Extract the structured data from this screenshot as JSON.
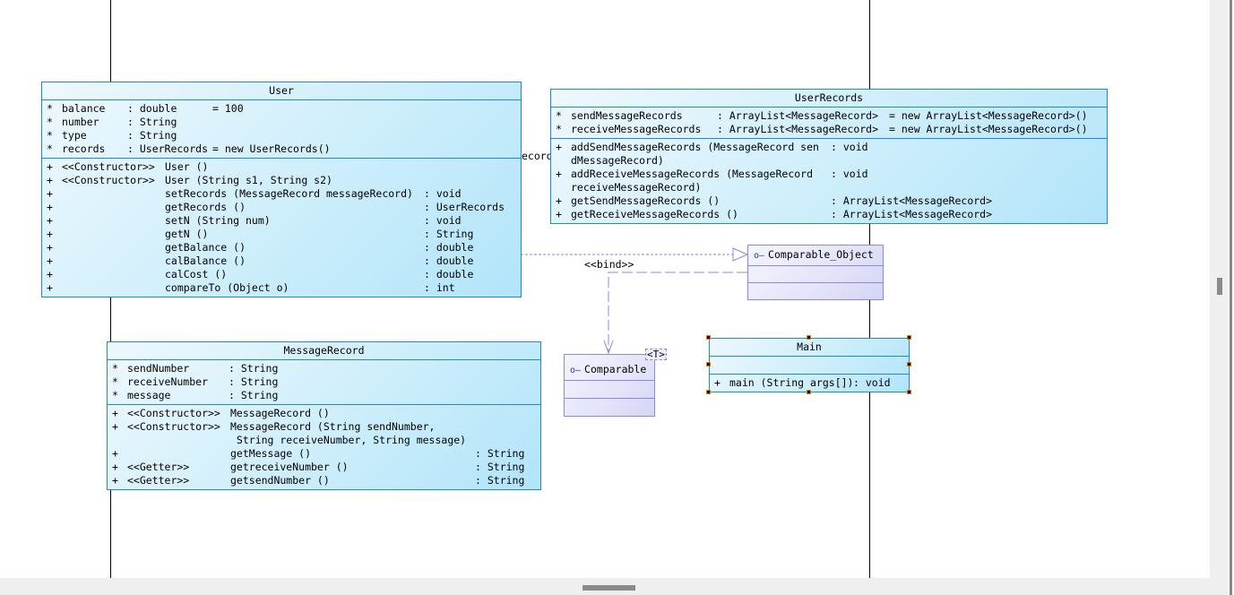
{
  "diagram": {
    "classes": {
      "user": {
        "name": "User",
        "attributes": [
          {
            "vis": "*",
            "name": "balance",
            "type": ": double",
            "init": "= 100"
          },
          {
            "vis": "*",
            "name": "number",
            "type": ": String",
            "init": ""
          },
          {
            "vis": "*",
            "name": "type",
            "type": ": String",
            "init": ""
          },
          {
            "vis": "*",
            "name": "records",
            "type": ": UserRecords",
            "init": "= new UserRecords()"
          }
        ],
        "operations": [
          {
            "vis": "+",
            "stereo": "<<Constructor>>",
            "sig": "User ()",
            "ret": ""
          },
          {
            "vis": "+",
            "stereo": "<<Constructor>>",
            "sig": "User (String s1, String s2)",
            "ret": ""
          },
          {
            "vis": "+",
            "stereo": "",
            "sig": "setRecords (MessageRecord messageRecord)",
            "ret": ": void"
          },
          {
            "vis": "+",
            "stereo": "",
            "sig": "getRecords ()",
            "ret": ": UserRecords"
          },
          {
            "vis": "+",
            "stereo": "",
            "sig": "setN (String num)",
            "ret": ": void"
          },
          {
            "vis": "+",
            "stereo": "",
            "sig": "getN ()",
            "ret": ": String"
          },
          {
            "vis": "+",
            "stereo": "",
            "sig": "getBalance ()",
            "ret": ": double"
          },
          {
            "vis": "+",
            "stereo": "",
            "sig": "calBalance ()",
            "ret": ": double"
          },
          {
            "vis": "+",
            "stereo": "",
            "sig": "calCost ()",
            "ret": ": double"
          },
          {
            "vis": "+",
            "stereo": "",
            "sig": "compareTo (Object o)",
            "ret": ": int"
          }
        ]
      },
      "user_records": {
        "name": "UserRecords",
        "attributes": [
          {
            "vis": "*",
            "name": "sendMessageRecords",
            "type": ": ArrayList<MessageRecord>",
            "init": "= new ArrayList<MessageRecord>()"
          },
          {
            "vis": "*",
            "name": "receiveMessageRecords",
            "type": ": ArrayList<MessageRecord>",
            "init": "= new ArrayList<MessageRecord>()"
          }
        ],
        "operations": [
          {
            "vis": "+",
            "sig": "addSendMessageRecords (MessageRecord sen\ndMessageRecord)",
            "ret": ": void"
          },
          {
            "vis": "+",
            "sig": "addReceiveMessageRecords (MessageRecord\nreceiveMessageRecord)",
            "ret": ": void"
          },
          {
            "vis": "+",
            "sig": "getSendMessageRecords ()",
            "ret": ": ArrayList<MessageRecord>"
          },
          {
            "vis": "+",
            "sig": "getReceiveMessageRecords ()",
            "ret": ": ArrayList<MessageRecord>"
          }
        ]
      },
      "message_record": {
        "name": "MessageRecord",
        "attributes": [
          {
            "vis": "*",
            "name": "sendNumber",
            "type": ": String"
          },
          {
            "vis": "*",
            "name": "receiveNumber",
            "type": ": String"
          },
          {
            "vis": "*",
            "name": "message",
            "type": ": String"
          }
        ],
        "operations": [
          {
            "vis": "+",
            "stereo": "<<Constructor>>",
            "sig": "MessageRecord ()",
            "ret": ""
          },
          {
            "vis": "+",
            "stereo": "<<Constructor>>",
            "sig": "MessageRecord (String sendNumber,\n String receiveNumber, String message)",
            "ret": ""
          },
          {
            "vis": "+",
            "stereo": "",
            "sig": "getMessage ()",
            "ret": ": String"
          },
          {
            "vis": "+",
            "stereo": "<<Getter>>",
            "sig": "getreceiveNumber ()",
            "ret": ": String"
          },
          {
            "vis": "+",
            "stereo": "<<Getter>>",
            "sig": "getsendNumber ()",
            "ret": ": String"
          }
        ]
      },
      "main": {
        "name": "Main",
        "operations": [
          {
            "vis": "+",
            "sig": "main (String args[])",
            "ret": ": void"
          }
        ]
      }
    },
    "interfaces": {
      "comparable_object": {
        "name": "Comparable_Object"
      },
      "comparable": {
        "name": "Comparable",
        "template_param": "<T>"
      }
    },
    "connectors": {
      "association_label": "ecorda",
      "bind_label": "<<bind>>"
    }
  }
}
